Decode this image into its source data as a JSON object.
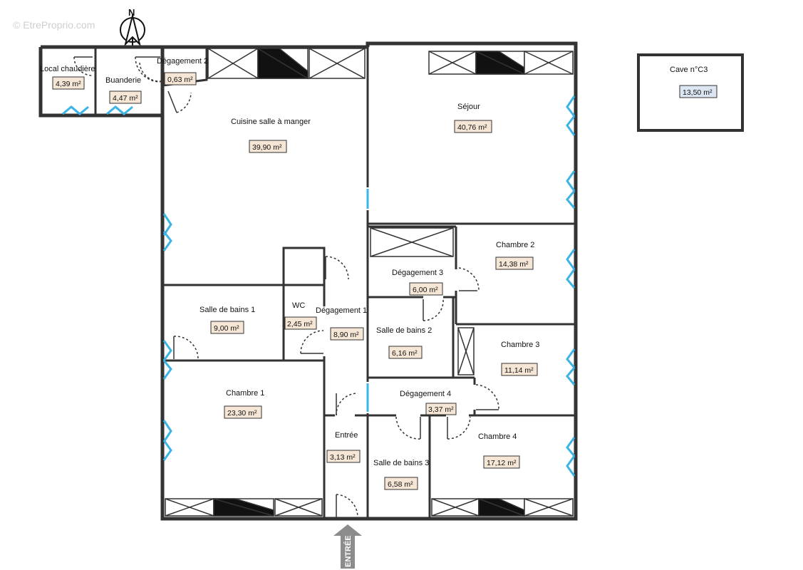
{
  "watermark": "© EtreProprio.com",
  "compass_label": "N",
  "entrance_label": "ENTRÉE",
  "colors": {
    "wall": "#333333",
    "window": "#3cb4e6",
    "area_box_fill": "#f6e6d6",
    "cave_area_fill": "#dce6f2",
    "entrance_arrow": "#8c8c8c"
  },
  "rooms": [
    {
      "id": "local-chaudiere",
      "name": "Local chaudière",
      "area": "4,39 m²"
    },
    {
      "id": "buanderie",
      "name": "Buanderie",
      "area": "4,47 m²"
    },
    {
      "id": "degagement-2",
      "name": "Dégagement 2",
      "area": "0,63 m²"
    },
    {
      "id": "cuisine",
      "name": "Cuisine salle à manger",
      "area": "39,90 m²"
    },
    {
      "id": "sejour",
      "name": "Séjour",
      "area": "40,76 m²"
    },
    {
      "id": "cave",
      "name": "Cave n°C3",
      "area": "13,50 m²"
    },
    {
      "id": "chambre-2",
      "name": "Chambre 2",
      "area": "14,38 m²"
    },
    {
      "id": "degagement-3",
      "name": "Dégagement 3",
      "area": "6,00 m²"
    },
    {
      "id": "salle-de-bains-1",
      "name": "Salle de bains 1",
      "area": "9,00 m²"
    },
    {
      "id": "wc",
      "name": "WC",
      "area": "2,45 m²"
    },
    {
      "id": "degagement-1",
      "name": "Dégagement 1",
      "area": "8,90 m²"
    },
    {
      "id": "salle-de-bains-2",
      "name": "Salle de bains 2",
      "area": "6,16 m²"
    },
    {
      "id": "chambre-3",
      "name": "Chambre 3",
      "area": "11,14 m²"
    },
    {
      "id": "chambre-1",
      "name": "Chambre 1",
      "area": "23,30 m²"
    },
    {
      "id": "degagement-4",
      "name": "Dégagement 4",
      "area": "3,37 m²"
    },
    {
      "id": "entree",
      "name": "Entrée",
      "area": "3,13 m²"
    },
    {
      "id": "chambre-4",
      "name": "Chambre 4",
      "area": "17,12 m²"
    },
    {
      "id": "salle-de-bains-3",
      "name": "Salle de bains 3",
      "area": "6,58 m²"
    }
  ]
}
